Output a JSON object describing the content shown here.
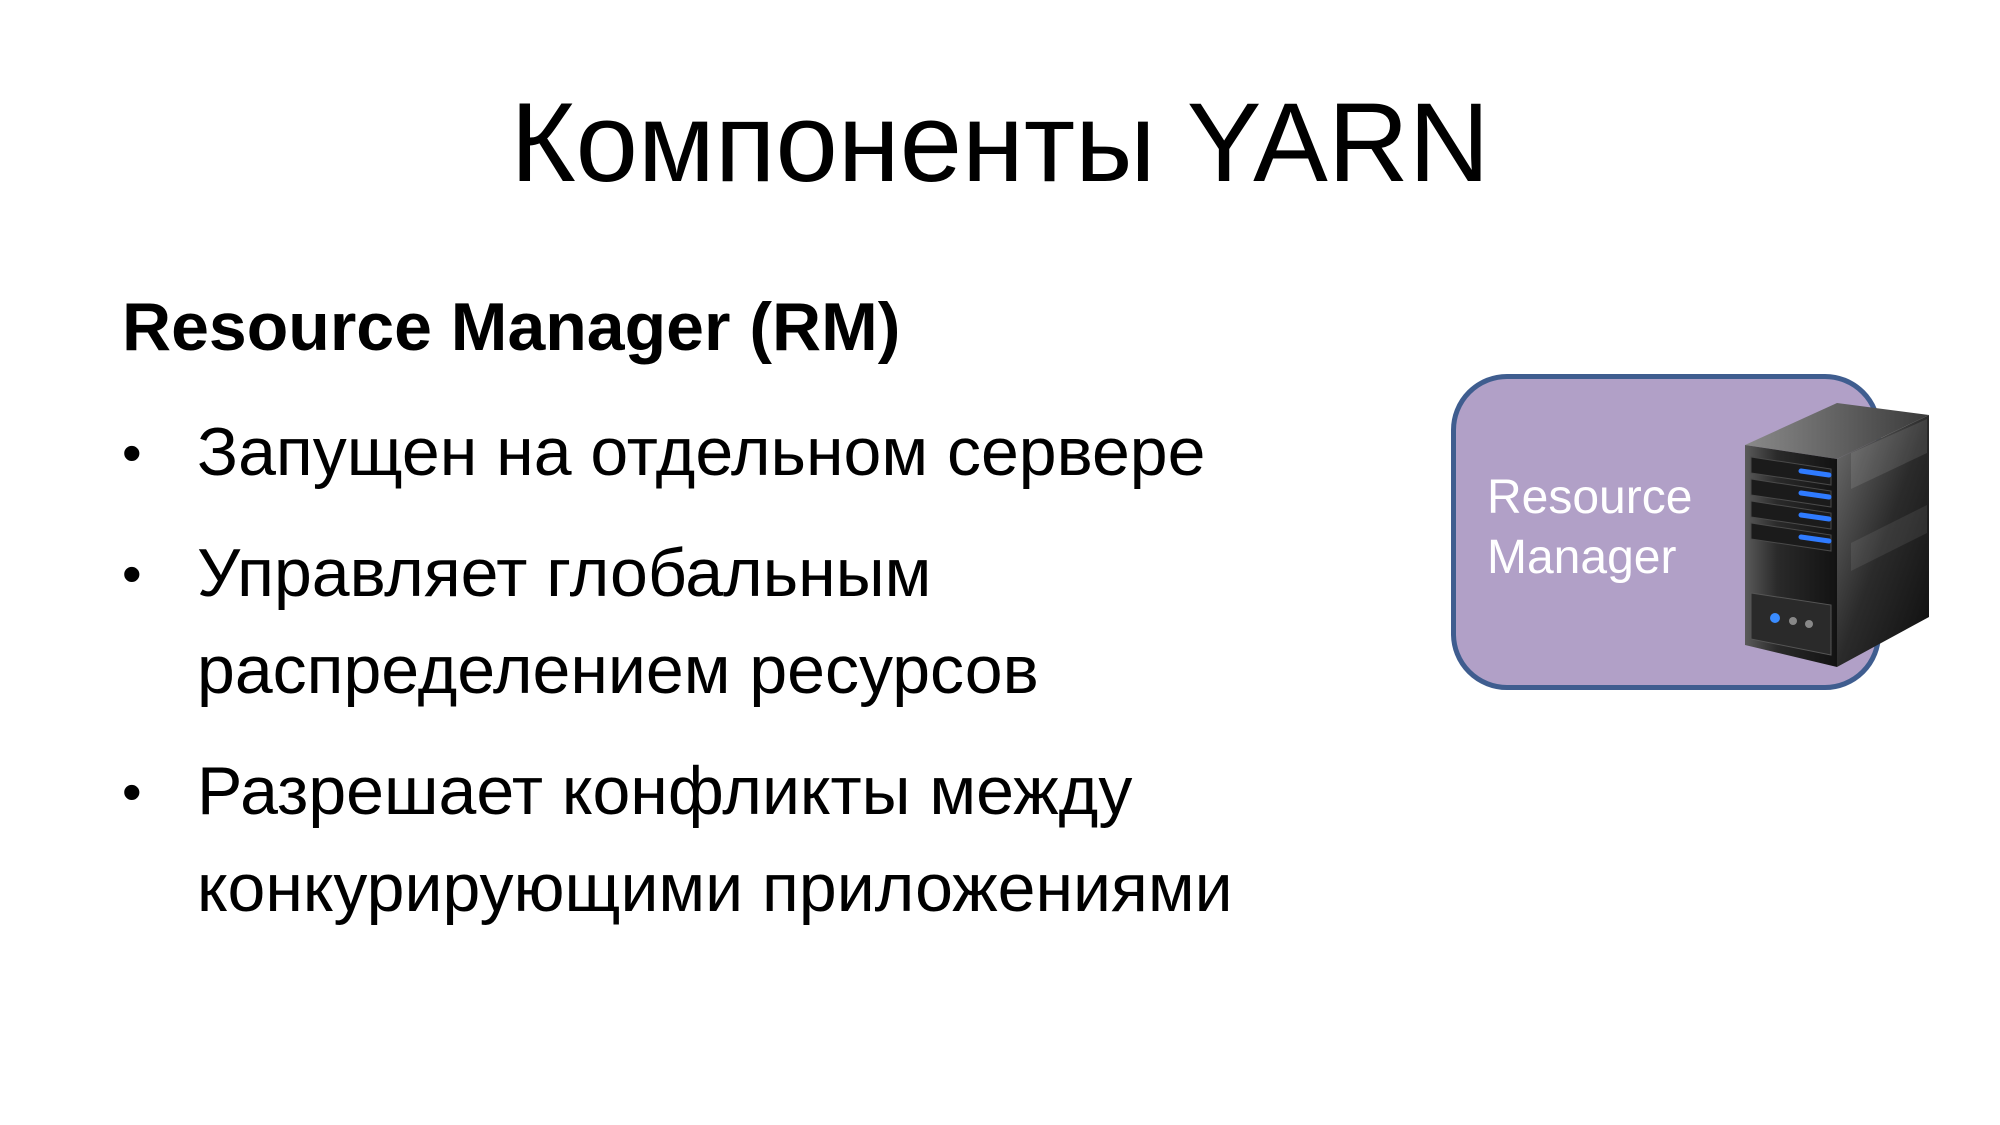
{
  "slide": {
    "title": "Компоненты YARN",
    "subtitle": "Resource Manager (RM)",
    "bullets": [
      "Запущен на отдельном сервере",
      "Управляет глобальным распределением ресурсов",
      "Разрешает конфликты между конкурирующими приложениями"
    ],
    "bullet_symbol": "•"
  },
  "diagram": {
    "box_label_line1": "Resource",
    "box_label_line2": "Manager",
    "box_fill": "#b1a0c7",
    "box_border": "#3f5d8f",
    "icon": "server-tower-icon"
  }
}
